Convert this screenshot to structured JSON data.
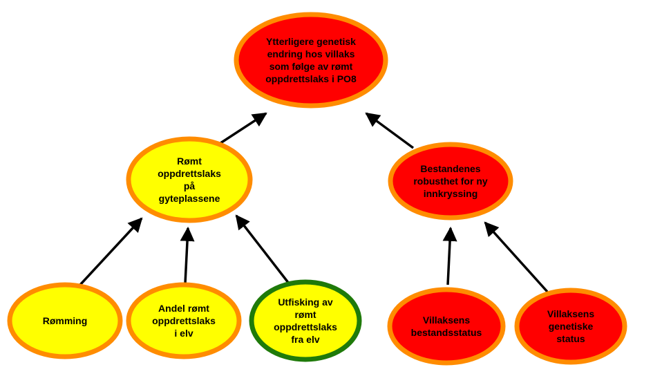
{
  "colors": {
    "risk_red": "#ff0000",
    "moderate_yellow": "#ffff00",
    "border_orange": "#ff8c00",
    "border_green": "#1f7a0a",
    "arrow": "#000000"
  },
  "nodes": {
    "root": {
      "lines": [
        "Ytterligere genetisk",
        "endring hos villaks",
        "som følge av rømt",
        "oppdrettslaks i PO8"
      ],
      "fill": "risk_red",
      "border": "border_orange"
    },
    "escaped_salmon": {
      "lines": [
        "Rømt",
        "oppdrettslaks",
        "på",
        "gyteplassene"
      ],
      "fill": "moderate_yellow",
      "border": "border_orange"
    },
    "robustness": {
      "lines": [
        "Bestandenes",
        "robusthet for ny",
        "innkryssing"
      ],
      "fill": "risk_red",
      "border": "border_orange"
    },
    "escape": {
      "lines": [
        "Rømming"
      ],
      "fill": "moderate_yellow",
      "border": "border_orange"
    },
    "share_in_river": {
      "lines": [
        "Andel rømt",
        "oppdrettslaks",
        "i elv"
      ],
      "fill": "moderate_yellow",
      "border": "border_orange"
    },
    "removal": {
      "lines": [
        "Utfisking av",
        "rømt",
        "oppdrettslaks",
        "fra elv"
      ],
      "fill": "moderate_yellow",
      "border": "border_green"
    },
    "stock_status": {
      "lines": [
        "Villaksens",
        "bestandsstatus"
      ],
      "fill": "risk_red",
      "border": "border_orange"
    },
    "genetic_status": {
      "lines": [
        "Villaksens",
        "genetiske",
        "status"
      ],
      "fill": "risk_red",
      "border": "border_orange"
    }
  },
  "edges": [
    {
      "from": "escaped_salmon",
      "to": "root"
    },
    {
      "from": "robustness",
      "to": "root"
    },
    {
      "from": "escape",
      "to": "escaped_salmon"
    },
    {
      "from": "share_in_river",
      "to": "escaped_salmon"
    },
    {
      "from": "removal",
      "to": "escaped_salmon"
    },
    {
      "from": "stock_status",
      "to": "robustness"
    },
    {
      "from": "genetic_status",
      "to": "robustness"
    }
  ]
}
